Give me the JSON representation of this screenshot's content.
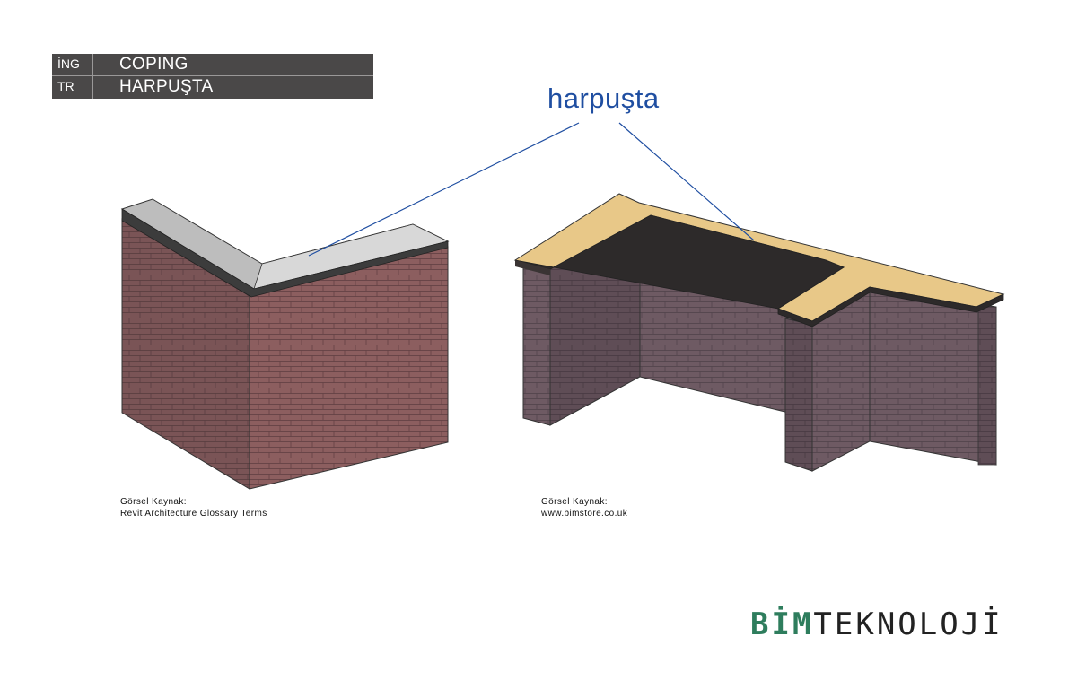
{
  "terms": [
    {
      "lang": "İNG",
      "term": "COPING"
    },
    {
      "lang": "TR",
      "term": "HARPUŞTA"
    }
  ],
  "callout": {
    "label": "harpuşta"
  },
  "captions": [
    {
      "line1": "Görsel Kaynak:",
      "line2": "Revit Architecture Glossary Terms"
    },
    {
      "line1": "Görsel Kaynak:",
      "line2": "www.bimstore.co.uk"
    }
  ],
  "logo": {
    "part1": "BİM",
    "part2": "TEKNOLOJİ"
  },
  "colors": {
    "brick": "#8c5e5f",
    "brick_dark": "#6f4a4c",
    "coping_grey": "#c9c9c9",
    "coping_sand": "#e8c888",
    "callout_blue": "#1f4ea1",
    "logo_green": "#2e7d5d"
  }
}
